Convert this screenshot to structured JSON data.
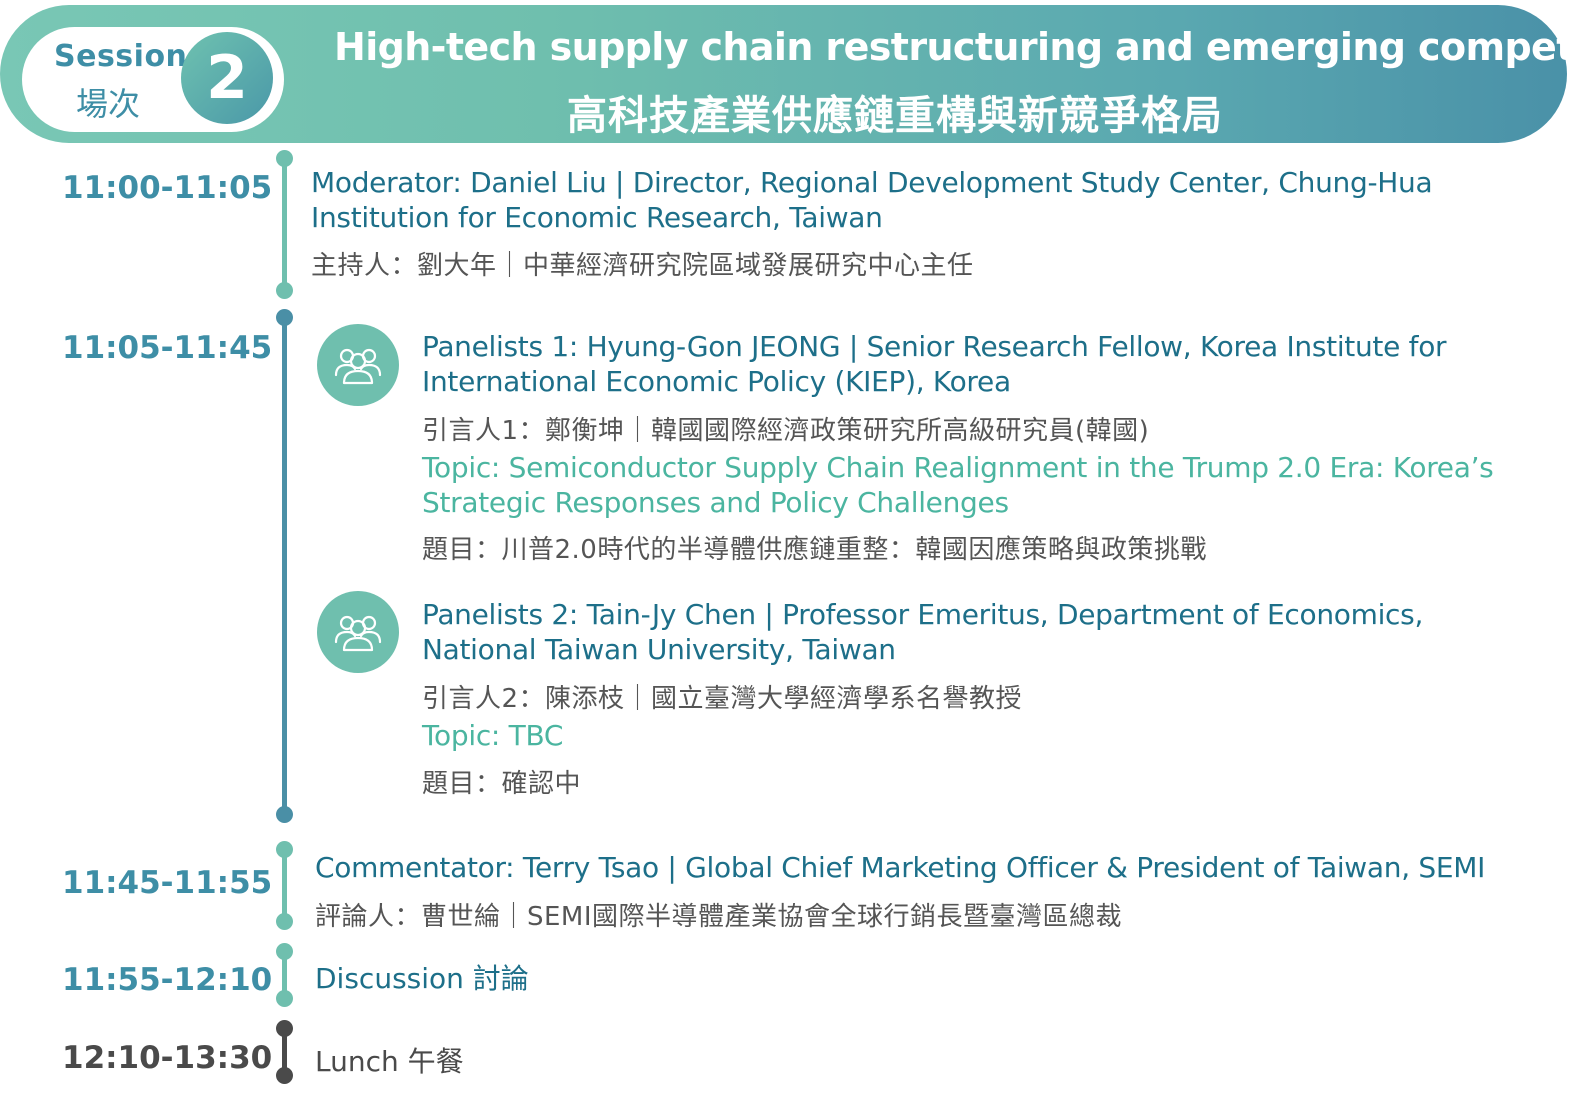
{
  "header": {
    "session_label_en": "Session",
    "session_label_zh": "場次",
    "session_number": "2",
    "title_en": "High-tech supply chain restructuring and emerging competition",
    "title_zh": "高科技產業供應鏈重構與新競爭格局"
  },
  "agenda": {
    "moderator": {
      "time": "11:00-11:05",
      "line1": "Moderator: Daniel Liu | Director, Regional Development Study Center, Chung-Hua",
      "line2": "Institution for Economic Research, Taiwan",
      "zh": "主持人：劉大年｜中華經濟研究院區域發展研究中心主任"
    },
    "panel": {
      "time": "11:05-11:45",
      "panelist1": {
        "icon": "group-people-icon",
        "line1": "Panelists 1: Hyung-Gon JEONG | Senior Research Fellow, Korea Institute for",
        "line2": "International Economic Policy (KIEP), Korea",
        "zh": "引言人1：鄭衡坤｜韓國國際經濟政策研究所高級研究員(韓國)",
        "topic_line1": "Topic: Semiconductor Supply Chain Realignment in the Trump 2.0 Era: Korea’s",
        "topic_line2": "Strategic Responses and Policy Challenges",
        "topic_zh": "題目：川普2.0時代的半導體供應鏈重整：韓國因應策略與政策挑戰"
      },
      "panelist2": {
        "icon": "group-people-icon",
        "line1": "Panelists 2: Tain-Jy Chen | Professor Emeritus, Department of Economics,",
        "line2": "National Taiwan University, Taiwan",
        "zh": "引言人2：陳添枝｜國立臺灣大學經濟學系名譽教授",
        "topic": "Topic: TBC",
        "topic_zh": "題目：確認中"
      }
    },
    "commentator": {
      "time": "11:45-11:55",
      "line1": "Commentator: Terry Tsao | Global Chief Marketing Officer & President of Taiwan, SEMI",
      "zh": "評論人：曹世綸｜SEMI國際半導體產業協會全球行銷長暨臺灣區總裁"
    },
    "discussion": {
      "time": "11:55-12:10",
      "label": "Discussion 討論"
    },
    "lunch": {
      "time": "12:10-13:30",
      "label": "Lunch 午餐"
    }
  },
  "colors": {
    "teal_text": "#3e8ea6",
    "navy_text": "#1d6f89",
    "topic_green": "#4bb5a0",
    "mint": "#6fbfae",
    "blue_line": "#4a8fa6",
    "dark_grey": "#4a4a4a"
  }
}
